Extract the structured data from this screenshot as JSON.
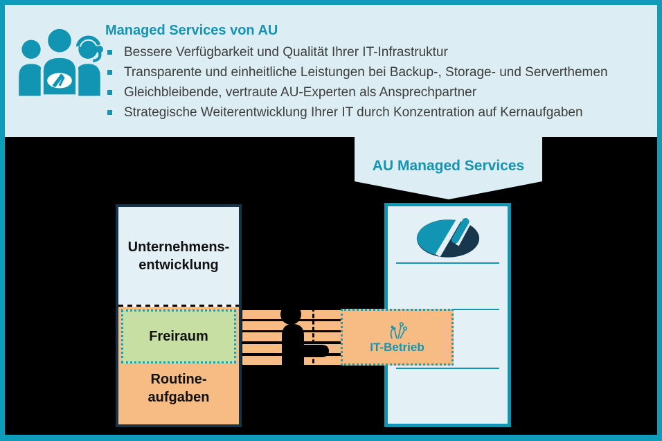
{
  "colors": {
    "accent_teal": "#1095b3",
    "panel_blue": "#dcedf4",
    "box_blue": "#e3f1f7",
    "navy": "#14344a",
    "orange": "#f7bc84",
    "green": "#c8dfa3",
    "background_black": "#000000",
    "body_text": "#3d3d3d"
  },
  "top_panel": {
    "title": "Managed Services von AU",
    "bullets": [
      "Bessere Verfügbarkeit und Qualität Ihrer IT-Infrastruktur",
      "Transparente und einheitliche Leistungen bei Backup-, Storage- und Serverthemen",
      "Gleichbleibende, vertraute AU-Experten als Ansprechpartner",
      "Strategische Weiterentwicklung Ihrer IT durch Konzentration auf Kernaufgaben"
    ],
    "icon": "team-with-headset-icon"
  },
  "banner": {
    "label": "AU Managed Services"
  },
  "diagram": {
    "left_box": {
      "top_lines": [
        "Unternehmens-",
        "entwicklung"
      ],
      "freiraum": "Freiraum",
      "routine_lines": [
        "Routine-",
        "aufgaben"
      ]
    },
    "right_box": {
      "logo": "au-logo"
    },
    "module": {
      "label": "IT-Betrieb",
      "icon": "circuit-sprout-icon"
    }
  }
}
